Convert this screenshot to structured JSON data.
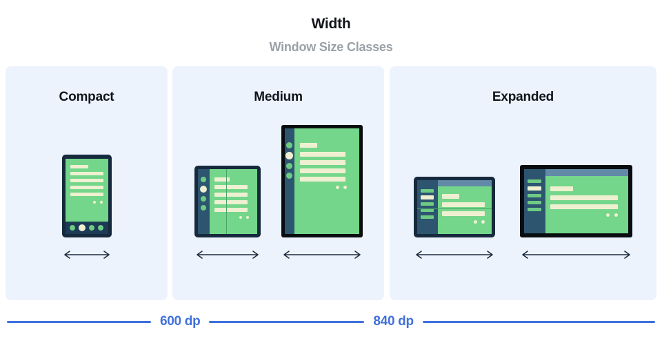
{
  "header": {
    "title": "Width",
    "subtitle": "Window Size Classes"
  },
  "panels": [
    {
      "label": "Compact",
      "devices": [
        {
          "name": "phone-portrait",
          "arrow_label": "width-arrow"
        }
      ]
    },
    {
      "label": "Medium",
      "devices": [
        {
          "name": "foldable-portrait",
          "arrow_label": "width-arrow"
        },
        {
          "name": "tablet-portrait",
          "arrow_label": "width-arrow"
        }
      ]
    },
    {
      "label": "Expanded",
      "devices": [
        {
          "name": "foldable-landscape",
          "arrow_label": "width-arrow"
        },
        {
          "name": "tablet-landscape",
          "arrow_label": "width-arrow"
        }
      ]
    }
  ],
  "ruler": {
    "breakpoints": [
      {
        "value": "600 dp"
      },
      {
        "value": "840 dp"
      }
    ]
  },
  "colors": {
    "panel_background": "#ecf3fd",
    "page_background": "#ffffff",
    "title_text": "#111418",
    "subtitle_text": "#9aa0a6",
    "accent_blue": "#4070dd",
    "device_frame_navy": "#16293d",
    "device_frame_black": "#0a0d10",
    "screen_green": "#74d68a",
    "content_cream": "#eff0d2",
    "sidebar_slate": "#2d5570",
    "topbar_blue": "#628aa8",
    "arrow_navy": "#1b2b3c"
  },
  "icons": {
    "arrow": "double-headed-horizontal-arrow-icon"
  }
}
